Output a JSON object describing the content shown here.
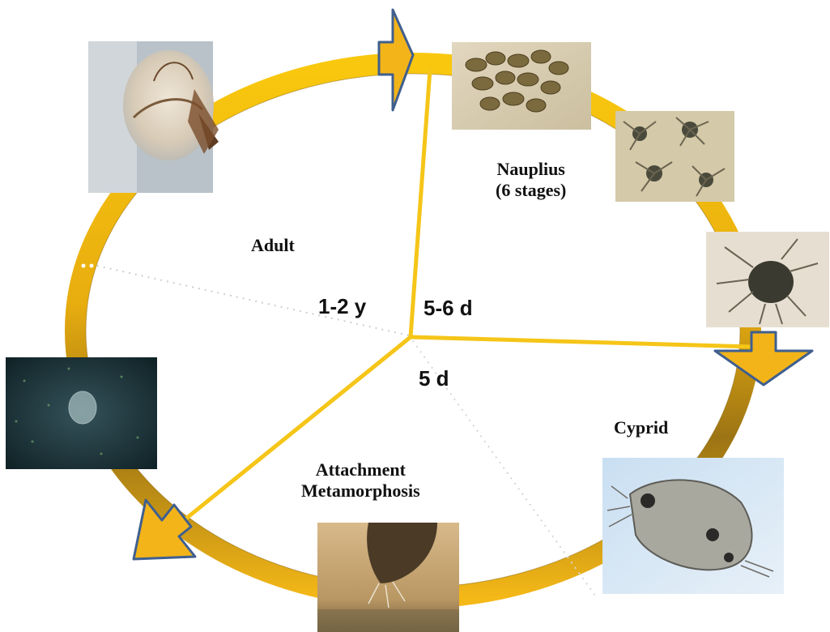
{
  "stages": {
    "adult": "Adult",
    "nauplius_line1": "Nauplius",
    "nauplius_line2": "(6 stages)",
    "cypris": "Cyprid",
    "attachment_line1": "Attachment",
    "attachment_line2": "Metamorphosis"
  },
  "durations": {
    "adult": "1-2 y",
    "nauplius": "5-6 d",
    "cyprid": "5 d"
  },
  "colors": {
    "ring_light": "#f7be10",
    "ring_dark": "#7a5c12",
    "arrow_fill": "#f3b41a",
    "arrow_stroke": "#3f5f8f",
    "divider": "#f5c518"
  },
  "photos": [
    {
      "name": "adult-barnacle-photo",
      "subject": "adult barnacle"
    },
    {
      "name": "eggs-photo",
      "subject": "eggs"
    },
    {
      "name": "nauplius-group-photo",
      "subject": "nauplius larvae"
    },
    {
      "name": "nauplius-late-photo",
      "subject": "late nauplius"
    },
    {
      "name": "cyprid-photo",
      "subject": "cyprid larva"
    },
    {
      "name": "attachment-photo",
      "subject": "attaching cyprid"
    },
    {
      "name": "juvenile-photo",
      "subject": "juvenile barnacle"
    }
  ]
}
